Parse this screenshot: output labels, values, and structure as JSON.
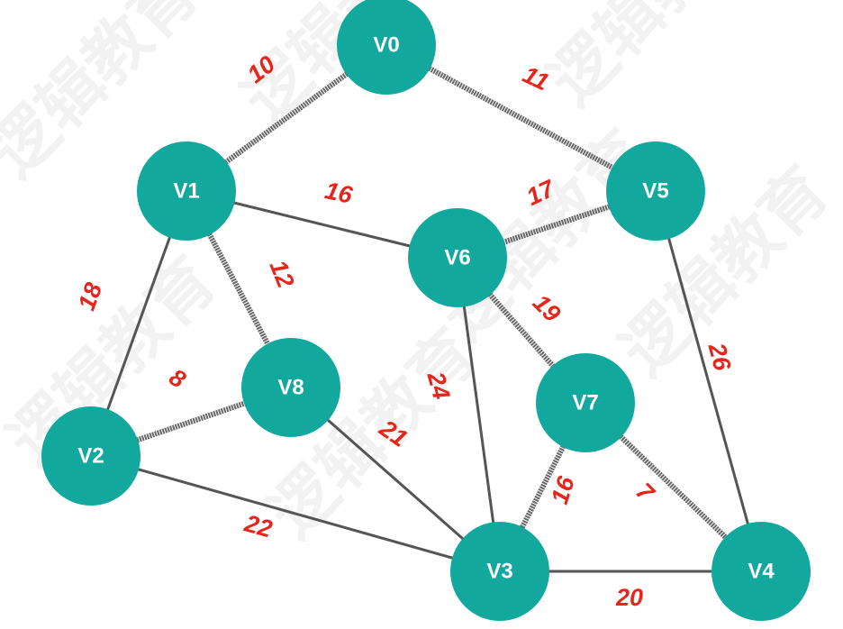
{
  "watermark": {
    "text": "逻辑教育"
  },
  "nodes": [
    {
      "id": "V0",
      "label": "V0"
    },
    {
      "id": "V1",
      "label": "V1"
    },
    {
      "id": "V2",
      "label": "V2"
    },
    {
      "id": "V3",
      "label": "V3"
    },
    {
      "id": "V4",
      "label": "V4"
    },
    {
      "id": "V5",
      "label": "V5"
    },
    {
      "id": "V6",
      "label": "V6"
    },
    {
      "id": "V7",
      "label": "V7"
    },
    {
      "id": "V8",
      "label": "V8"
    }
  ],
  "edges": [
    {
      "from": "V0",
      "to": "V1",
      "weight": "10",
      "highlighted": true
    },
    {
      "from": "V0",
      "to": "V5",
      "weight": "11",
      "highlighted": true
    },
    {
      "from": "V1",
      "to": "V6",
      "weight": "16",
      "highlighted": false
    },
    {
      "from": "V5",
      "to": "V6",
      "weight": "17",
      "highlighted": true
    },
    {
      "from": "V1",
      "to": "V8",
      "weight": "12",
      "highlighted": true
    },
    {
      "from": "V1",
      "to": "V2",
      "weight": "18",
      "highlighted": false
    },
    {
      "from": "V6",
      "to": "V7",
      "weight": "19",
      "highlighted": true
    },
    {
      "from": "V5",
      "to": "V4",
      "weight": "26",
      "highlighted": false
    },
    {
      "from": "V2",
      "to": "V8",
      "weight": "8",
      "highlighted": true
    },
    {
      "from": "V6",
      "to": "V3",
      "weight": "24",
      "highlighted": false
    },
    {
      "from": "V8",
      "to": "V3",
      "weight": "21",
      "highlighted": false
    },
    {
      "from": "V7",
      "to": "V3",
      "weight": "16",
      "highlighted": true
    },
    {
      "from": "V7",
      "to": "V4",
      "weight": "7",
      "highlighted": true
    },
    {
      "from": "V2",
      "to": "V3",
      "weight": "22",
      "highlighted": false
    },
    {
      "from": "V3",
      "to": "V4",
      "weight": "20",
      "highlighted": false
    }
  ],
  "colors": {
    "node_fill": "#13a89e",
    "node_text": "#ffffff",
    "weight_text": "#e5261b",
    "edge": "#555555",
    "highlighted_edge": "#666666"
  }
}
